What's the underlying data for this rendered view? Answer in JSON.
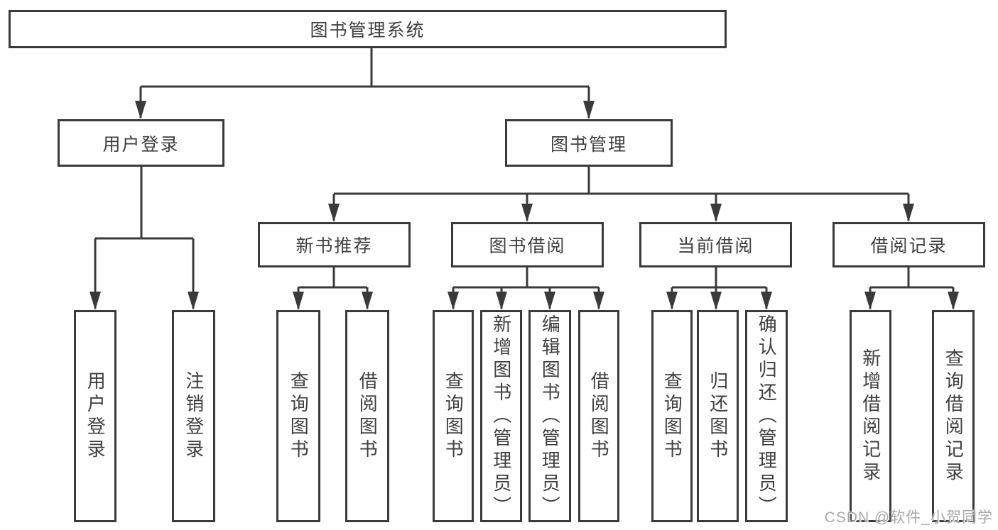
{
  "tree": {
    "label": "图书管理系统",
    "children": [
      {
        "label": "用户登录",
        "children": [
          {
            "label": "用户登录"
          },
          {
            "label": "注销登录"
          }
        ]
      },
      {
        "label": "图书管理",
        "children": [
          {
            "label": "新书推荐",
            "children": [
              {
                "label": "查询图书"
              },
              {
                "label": "借阅图书"
              }
            ]
          },
          {
            "label": "图书借阅",
            "children": [
              {
                "label": "查询图书"
              },
              {
                "label": "新增图书（管理员）"
              },
              {
                "label": "编辑图书（管理员）"
              },
              {
                "label": "借阅图书"
              }
            ]
          },
          {
            "label": "当前借阅",
            "children": [
              {
                "label": "查询图书"
              },
              {
                "label": "归还图书"
              },
              {
                "label": "确认归还（管理员）"
              }
            ]
          },
          {
            "label": "借阅记录",
            "children": [
              {
                "label": "新增借阅记录"
              },
              {
                "label": "查询借阅记录"
              }
            ]
          }
        ]
      }
    ]
  },
  "watermark": "CSDN @软件_小贺同学",
  "colors": {
    "line": "#3a3a3a",
    "text": "#3f3f3f",
    "box_bg": "#ffffff",
    "watermark": "#a9a9a9"
  }
}
